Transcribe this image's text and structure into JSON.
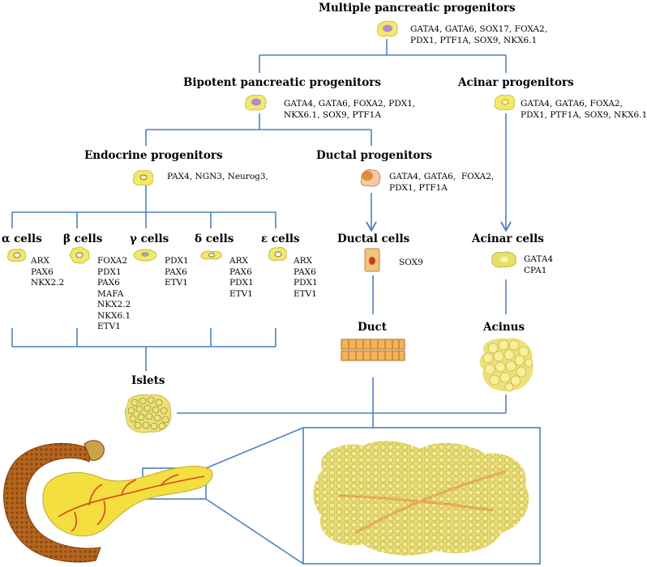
{
  "nodes": {
    "multiple": {
      "title": "Multiple pancreatic progenitors",
      "genes": [
        "GATA4, GATA6, SOX17, FOXA2,",
        "PDX1, PTF1A, SOX9, NKX6.1"
      ]
    },
    "bipotent": {
      "title": "Bipotent pancreatic progenitors",
      "genes": [
        "GATA4, GATA6, FOXA2, PDX1,",
        "NKX6.1, SOX9, PTF1A"
      ]
    },
    "acinar_prog": {
      "title": "Acinar progenitors",
      "genes": [
        "GATA4, GATA6, FOXA2,",
        "PDX1, PTF1A, SOX9, NKX6.1"
      ]
    },
    "endocrine": {
      "title": "Endocrine progenitors",
      "genes": [
        "PAX4, NGN3, Neurog3,"
      ]
    },
    "ductal_prog": {
      "title": "Ductal progenitors",
      "genes": [
        "GATA4, GATA6,  FOXA2,",
        "PDX1, PTF1A"
      ]
    },
    "alpha": {
      "title": "α cells",
      "genes": [
        "ARX",
        "PAX6",
        "NKX2.2"
      ]
    },
    "beta": {
      "title": "β cells",
      "genes": [
        "FOXA2",
        "PDX1",
        "PAX6",
        "MAFA",
        "NKX2.2",
        "NKX6.1",
        "ETV1"
      ]
    },
    "gamma": {
      "title": "γ cells",
      "genes": [
        "PDX1",
        "PAX6",
        "ETV1"
      ]
    },
    "delta": {
      "title": "δ cells",
      "genes": [
        "ARX",
        "PAX6",
        "PDX1",
        "ETV1"
      ]
    },
    "epsilon": {
      "title": "ε cells",
      "genes": [
        "ARX",
        "PAX6",
        "PDX1",
        "ETV1"
      ]
    },
    "ductal_cells": {
      "title": "Ductal cells",
      "genes": [
        "SOX9"
      ]
    },
    "acinar_cells": {
      "title": "Acinar cells",
      "genes": [
        "GATA4",
        "CPA1"
      ]
    }
  },
  "tissues": {
    "duct": "Duct",
    "acinus": "Acinus",
    "islets": "Islets"
  },
  "colors": {
    "line": "#4f81bd",
    "cell_fill": "#f2e96b",
    "cell_nucleus": "#b48acb",
    "tissue": "#e6d96a",
    "pancreas": "#b5651d",
    "duct_vessel": "#d98b3a"
  },
  "icons": [
    "progenitor-cell-icon",
    "ductal-cell-icon",
    "acinus-cluster-icon",
    "islet-cluster-icon",
    "pancreas-organ-icon"
  ]
}
